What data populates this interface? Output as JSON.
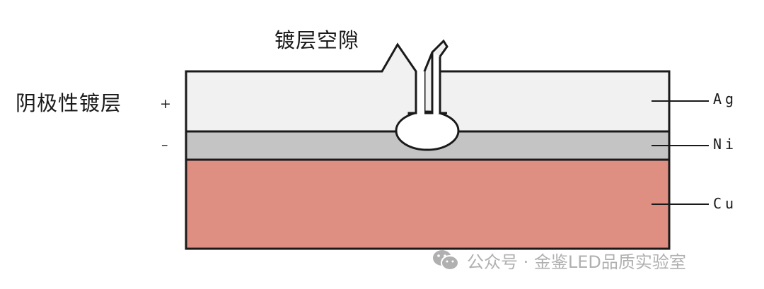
{
  "labels": {
    "plating_gap": "镀层空隙",
    "cathodic_plating": "阴极性镀层",
    "plus_sign": "+",
    "minus_sign": "–"
  },
  "layers": [
    {
      "name": "Ag",
      "color": "#f1f1f1"
    },
    {
      "name": "Ni",
      "color": "#c4c4c4"
    },
    {
      "name": "Cu",
      "color": "#de8f82"
    }
  ],
  "watermark": {
    "text": "公众号 · 金鉴LED品质实验室",
    "icon": "wechat-icon"
  },
  "colors": {
    "outline": "#1a1a1a",
    "background": "#ffffff",
    "watermark": "#b0b0b0"
  }
}
